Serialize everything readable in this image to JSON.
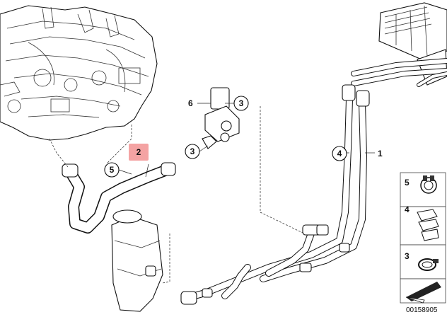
{
  "diagram": {
    "callouts": [
      {
        "id": "c1",
        "label": "1",
        "circled": false
      },
      {
        "id": "c2",
        "label": "2",
        "circled": false,
        "highlight": true,
        "highlight_color": "#f4a3a3"
      },
      {
        "id": "c3a",
        "label": "3",
        "circled": true
      },
      {
        "id": "c3b",
        "label": "3",
        "circled": true
      },
      {
        "id": "c4",
        "label": "4",
        "circled": true
      },
      {
        "id": "c5",
        "label": "5",
        "circled": true
      },
      {
        "id": "c6",
        "label": "6",
        "circled": false
      }
    ],
    "legend": [
      {
        "label": "5",
        "icon": "hose-clamp-spring-icon"
      },
      {
        "label": "4",
        "icon": "hose-clip-icon"
      },
      {
        "label": "3",
        "icon": "hose-clamp-band-icon"
      },
      {
        "label": "",
        "icon": "arrow-repair-icon"
      }
    ],
    "diagram_id": "00158905"
  }
}
